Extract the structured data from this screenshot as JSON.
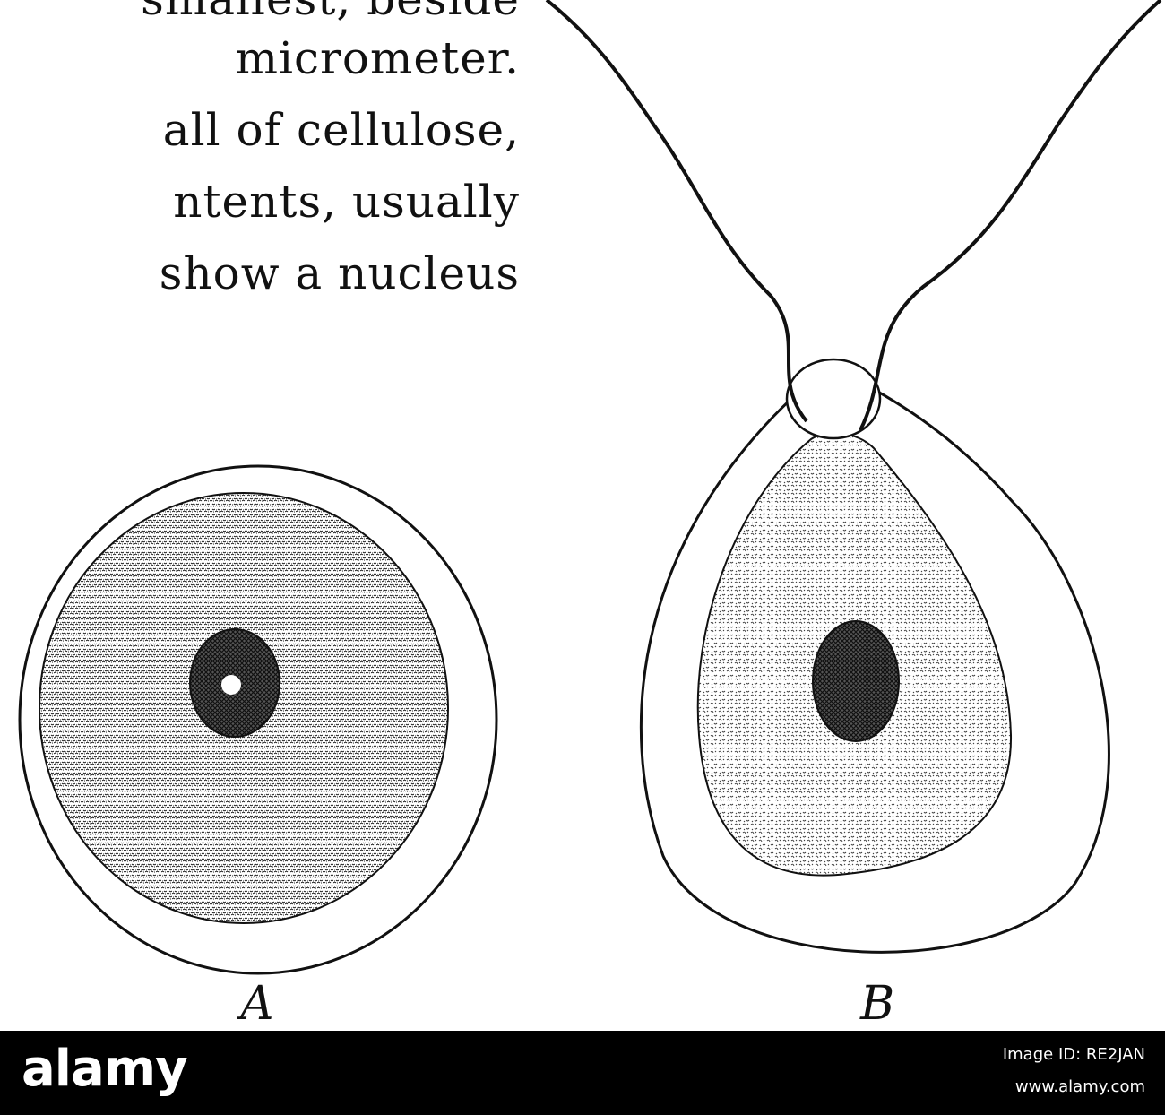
{
  "text_lines": [
    "smallest, beside",
    "micrometer.",
    "all of cellulose,",
    "ntents, usually",
    "show a nucleus"
  ],
  "figure": {
    "label_a": "A",
    "label_b": "B"
  },
  "footer": {
    "logo": "alamy",
    "image_id": "Image ID: RE2JAN",
    "url": "www.alamy.com"
  }
}
